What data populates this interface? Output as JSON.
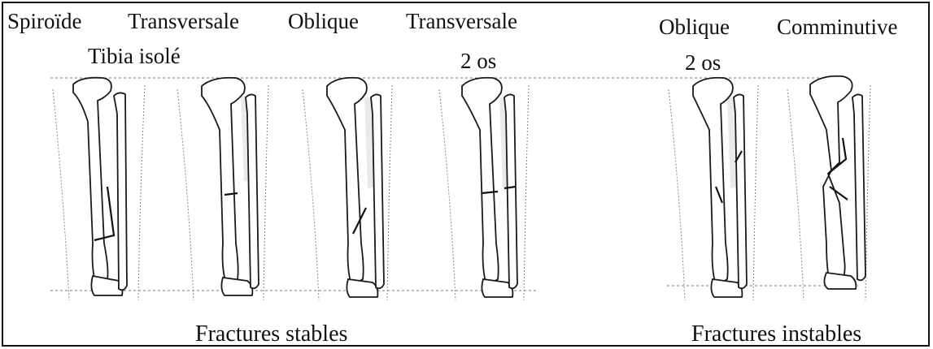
{
  "labels": {
    "spiroide": "Spiroïde",
    "transversale_1": "Transversale",
    "tibia_isole": "Tibia isolé",
    "oblique_1": "Oblique",
    "transversale_2": "Transversale",
    "deux_os_1": "2 os",
    "oblique_2": "Oblique",
    "deux_os_2": "2 os",
    "comminutive": "Comminutive"
  },
  "captions": {
    "stables": "Fractures stables",
    "instables": "Fractures instables"
  }
}
